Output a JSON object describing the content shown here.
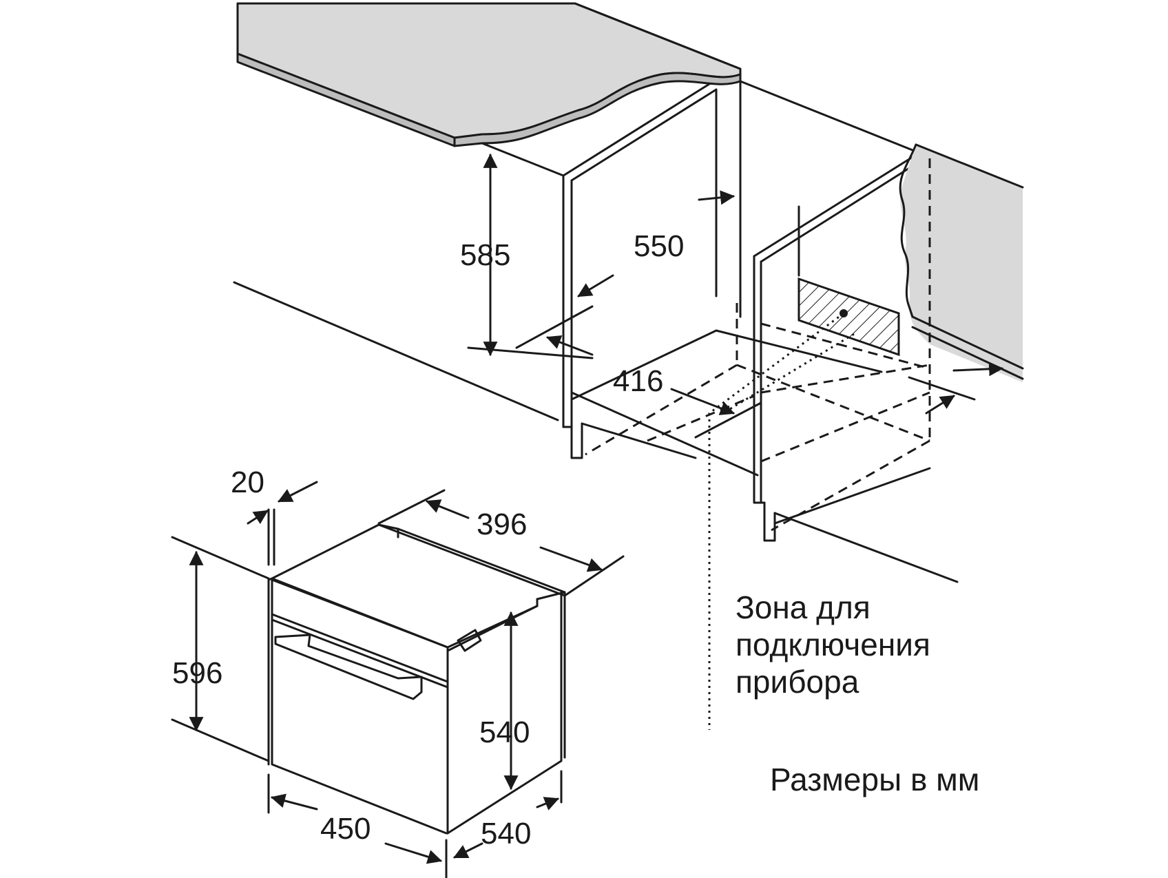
{
  "dimensions": {
    "niche_height": "585",
    "niche_depth": "550",
    "niche_width": "416",
    "front_panel_thickness": "20",
    "oven_depth_top": "396",
    "oven_height": "596",
    "oven_body_height": "540",
    "oven_width": "450",
    "oven_depth": "540"
  },
  "notes": {
    "connection_zone_line1": "Зона для",
    "connection_zone_line2": "подключения",
    "connection_zone_line3": "прибора",
    "units": "Размеры в мм"
  },
  "colors": {
    "line": "#1a1a1a",
    "countertop_fill": "#d9d9d9",
    "background": "#ffffff"
  }
}
